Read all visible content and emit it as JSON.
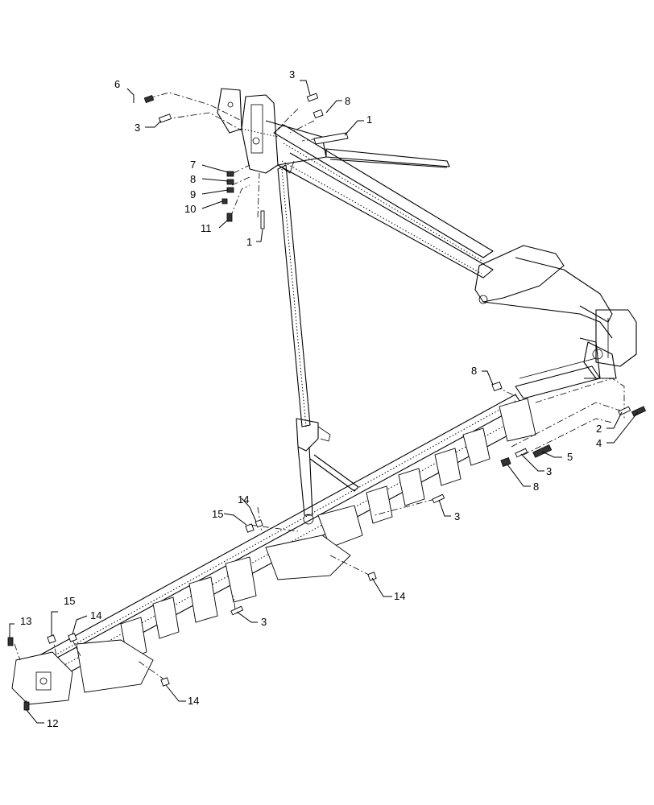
{
  "callouts": [
    {
      "id": "c6",
      "text": "6"
    },
    {
      "id": "c3a",
      "text": "3"
    },
    {
      "id": "c3b",
      "text": "3"
    },
    {
      "id": "c8a",
      "text": "8"
    },
    {
      "id": "c1a",
      "text": "1"
    },
    {
      "id": "c7",
      "text": "7"
    },
    {
      "id": "c8b",
      "text": "8"
    },
    {
      "id": "c9",
      "text": "9"
    },
    {
      "id": "c10",
      "text": "10"
    },
    {
      "id": "c11",
      "text": "11"
    },
    {
      "id": "c1b",
      "text": "1"
    },
    {
      "id": "c8c",
      "text": "8"
    },
    {
      "id": "c2",
      "text": "2"
    },
    {
      "id": "c4",
      "text": "4"
    },
    {
      "id": "c3c",
      "text": "3"
    },
    {
      "id": "c5",
      "text": "5"
    },
    {
      "id": "c8d",
      "text": "8"
    },
    {
      "id": "c3d",
      "text": "3"
    },
    {
      "id": "c14a",
      "text": "14"
    },
    {
      "id": "c15a",
      "text": "15"
    },
    {
      "id": "c14b",
      "text": "14"
    },
    {
      "id": "c3e",
      "text": "3"
    },
    {
      "id": "c13",
      "text": "13"
    },
    {
      "id": "c15b",
      "text": "15"
    },
    {
      "id": "c14c",
      "text": "14"
    },
    {
      "id": "c14d",
      "text": "14"
    },
    {
      "id": "c12",
      "text": "12"
    }
  ]
}
